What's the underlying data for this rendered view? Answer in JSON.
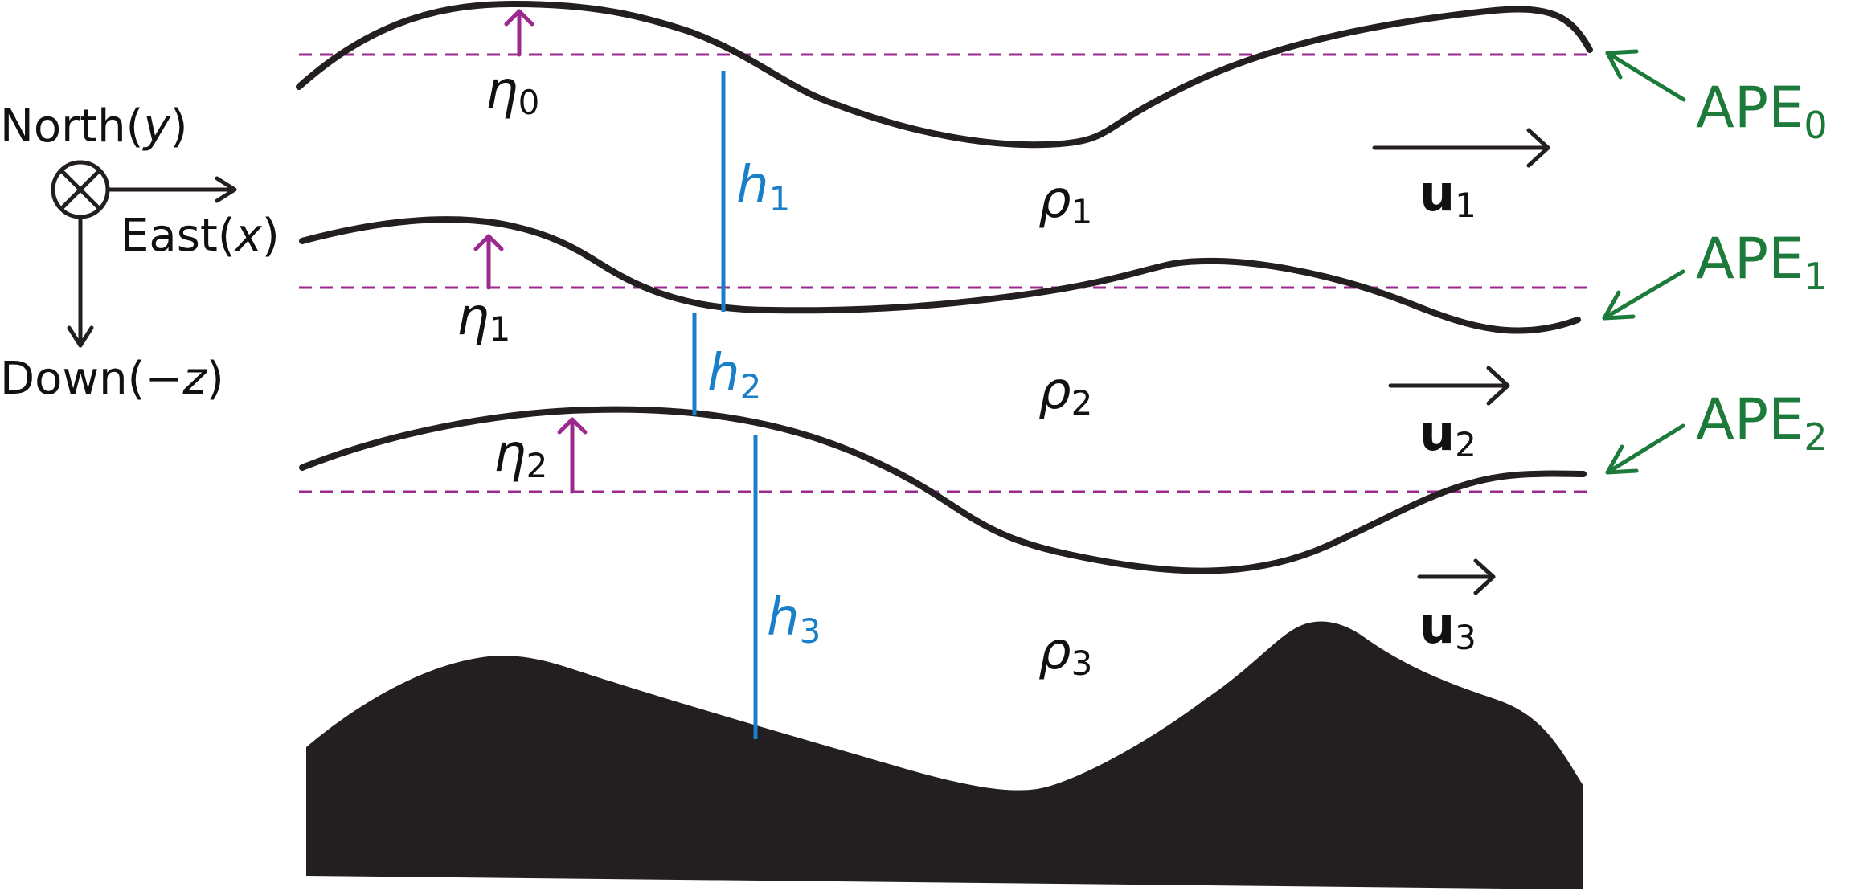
{
  "axes": {
    "north_label": "North(",
    "north_var": "y",
    "north_close": ")",
    "east_label": "East(",
    "east_var": "x",
    "east_close": ")",
    "down_label": "Down(",
    "down_var": "−z",
    "down_close": ")"
  },
  "layers": [
    {
      "thickness_symbol": "h",
      "thickness_index": "1",
      "density_symbol": "ρ",
      "density_index": "1",
      "velocity_symbol": "u",
      "velocity_index": "1"
    },
    {
      "thickness_symbol": "h",
      "thickness_index": "2",
      "density_symbol": "ρ",
      "density_index": "2",
      "velocity_symbol": "u",
      "velocity_index": "2"
    },
    {
      "thickness_symbol": "h",
      "thickness_index": "3",
      "density_symbol": "ρ",
      "density_index": "3",
      "velocity_symbol": "u",
      "velocity_index": "3"
    }
  ],
  "interfaces": [
    {
      "eta_symbol": "η",
      "eta_index": "0",
      "ape_label": "APE",
      "ape_index": "0"
    },
    {
      "eta_symbol": "η",
      "eta_index": "1",
      "ape_label": "APE",
      "ape_index": "1"
    },
    {
      "eta_symbol": "η",
      "eta_index": "2",
      "ape_label": "APE",
      "ape_index": "2"
    }
  ],
  "colors": {
    "interface": "#231f20",
    "reference": "#9b2a8f",
    "thickness": "#1a7fc9",
    "ape": "#1c7a3a",
    "text": "#111111"
  }
}
